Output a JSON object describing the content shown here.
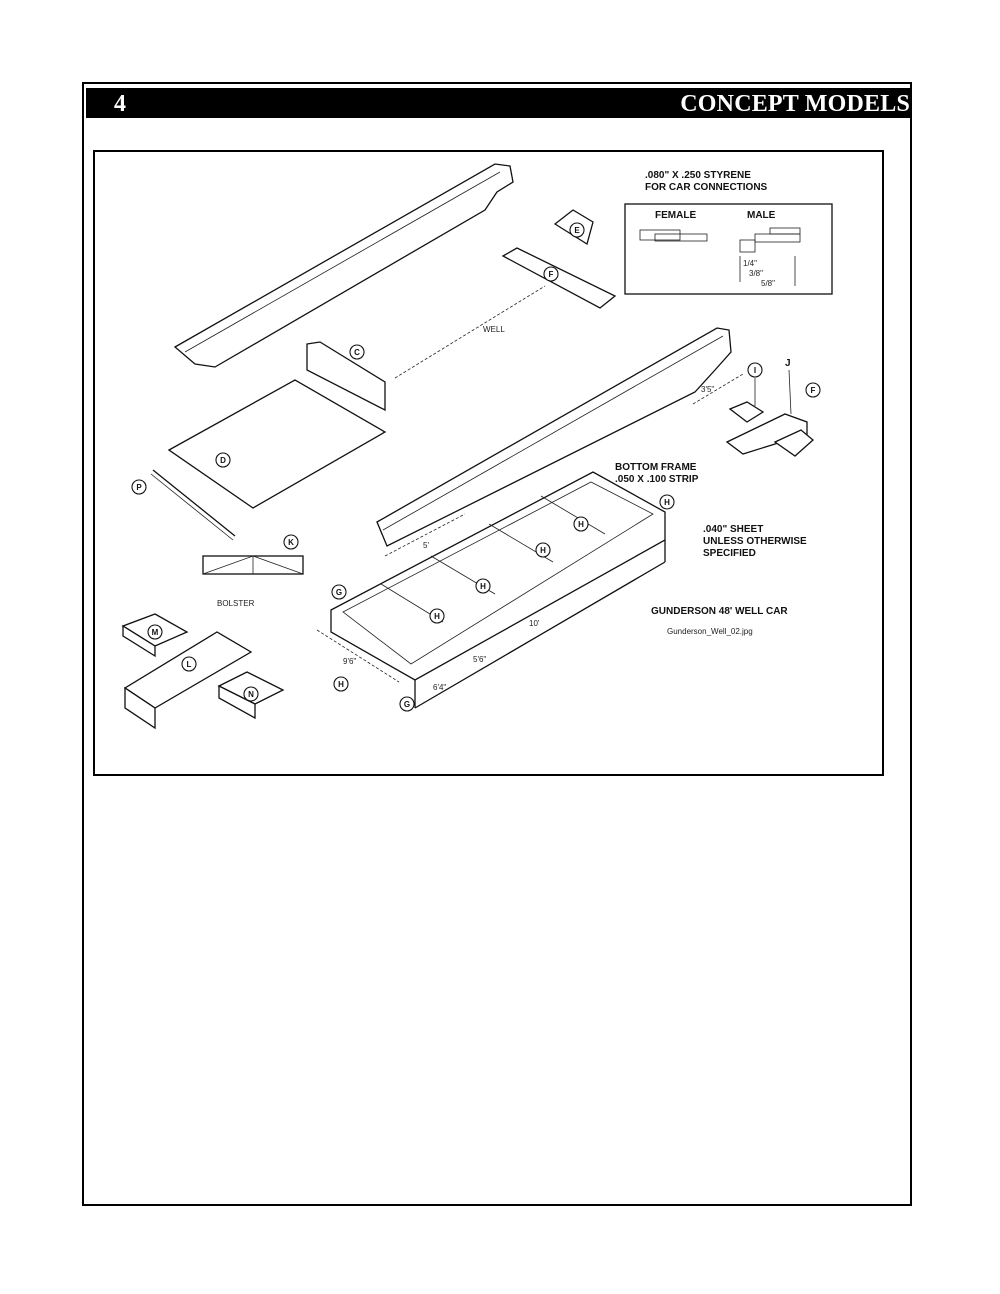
{
  "header": {
    "page_number": "4",
    "title": "CONCEPT MODELS"
  },
  "figure": {
    "styrene_note_line1": ".080\" X .250 STYRENE",
    "styrene_note_line2": "FOR CAR CONNECTIONS",
    "connector_female": "FEMALE",
    "connector_male": "MALE",
    "connector_dim_1": "1/4\"",
    "connector_dim_2": "3/8\"",
    "connector_dim_3": "5/8\"",
    "well_label": "WELL",
    "bottom_frame_line1": "BOTTOM FRAME",
    "bottom_frame_line2": ".050 X .100 STRIP",
    "sheet_note_line1": ".040\" SHEET",
    "sheet_note_line2": "UNLESS OTHERWISE",
    "sheet_note_line3": "SPECIFIED",
    "car_name": "GUNDERSON 48' WELL CAR",
    "file_name": "Gunderson_Well_02.jpg",
    "bolster_label": "BOLSTER",
    "dim_3_5": "3'5\"",
    "dim_5": "5'",
    "dim_10": "10'",
    "dim_5_6": "5'6\"",
    "dim_9_6": "9'6\"",
    "dim_6_4": "6'4\"",
    "letter_J": "J",
    "callouts": {
      "E": "E",
      "F": "F",
      "C": "C",
      "D": "D",
      "P": "P",
      "K": "K",
      "I": "I",
      "H": "H",
      "G": "G",
      "M": "M",
      "L": "L",
      "N": "N"
    }
  }
}
